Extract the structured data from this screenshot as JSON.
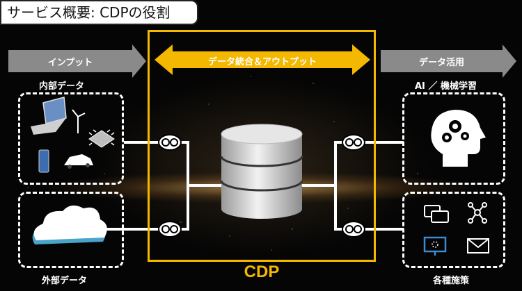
{
  "title": "サービス概要: CDPの役割",
  "input_arrow": {
    "label": "インプット"
  },
  "center_arrow": {
    "label": "データ統合＆アウトプット"
  },
  "output_arrow": {
    "label": "データ活用"
  },
  "internal_data": {
    "label": "内部データ"
  },
  "external_data": {
    "label": "外部データ"
  },
  "ai_ml": {
    "label": "AI ／ 機械学習"
  },
  "measures": {
    "label": "各種施策"
  },
  "cdp": {
    "label": "CDP"
  },
  "colors": {
    "accent": "#f5b800",
    "arrow_gray": "#8a8a8a",
    "background": "#050505"
  }
}
